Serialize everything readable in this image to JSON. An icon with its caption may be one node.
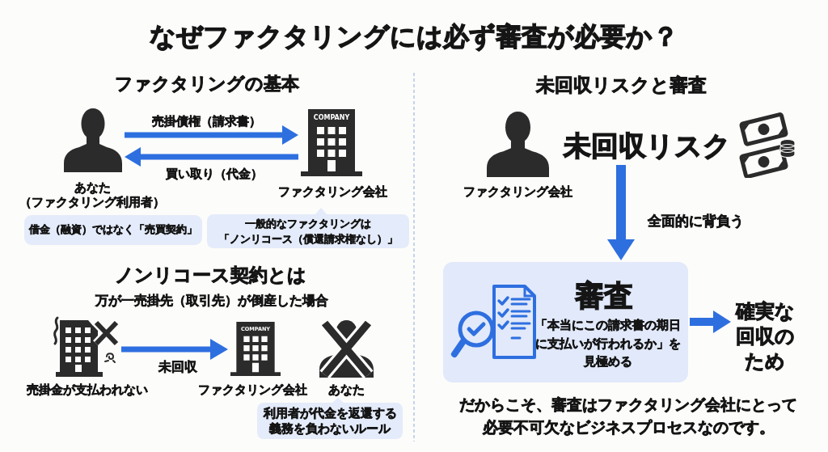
{
  "diagram": {
    "title": "なぜファクタリングには必ず審査が必要か？",
    "nodes": [
      {
        "text": [],
        "shape": "person",
        "beside": [
          "あなた（ファクタリング利用者）"
        ]
      },
      {
        "text": [
          "COMPANY"
        ],
        "beside": [
          "ファクタリング会社"
        ]
      },
      {
        "text": [
          "借金（融資）ではなく「売買契約」"
        ]
      },
      {
        "text": [
          "一般的なファクタリングは「ノンリコース（償還請求権なし）」"
        ]
      },
      {
        "text": [],
        "shape": "building",
        "beside": [
          "売掛金が支払われない"
        ]
      },
      {
        "text": [
          "COMPANY"
        ],
        "beside": [
          "ファクタリング会社"
        ]
      },
      {
        "text": [],
        "shape": "person",
        "beside": [
          "あなた"
        ]
      },
      {
        "text": [
          "利用者が代金を返還する義務を負わないルール"
        ]
      },
      {
        "text": [],
        "shape": "person",
        "beside": [
          "ファクタリング会社"
        ]
      },
      {
        "text": [
          "未回収リスク"
        ]
      },
      {
        "text": [
          "審査",
          "「本当にこの請求書の期日に支払いが行われるか」を見極める"
        ]
      },
      {
        "text": [
          "確実な回収のため"
        ]
      }
    ],
    "edges": [
      {
        "from": 0,
        "to": 1,
        "arrow": "to",
        "label": "売掛債権（請求書）"
      },
      {
        "from": 1,
        "to": 0,
        "arrow": "to",
        "label": "買い取り（代金）"
      },
      {
        "from": 4,
        "to": 5,
        "arrow": "to",
        "label": "未回収"
      },
      {
        "from": 9,
        "to": 10,
        "arrow": "to",
        "label": "全面的に背負う"
      },
      {
        "from": 10,
        "to": 11,
        "arrow": "to"
      }
    ],
    "labels": [
      "ファクタリングの基本",
      "ノンリコース契約とは",
      "万が一売掛先（取引先）が倒産した場合",
      "未回収リスクと審査",
      "だからこそ、審査はファクタリング会社にとって必要不可欠なビジネスプロセスなのです。"
    ]
  }
}
